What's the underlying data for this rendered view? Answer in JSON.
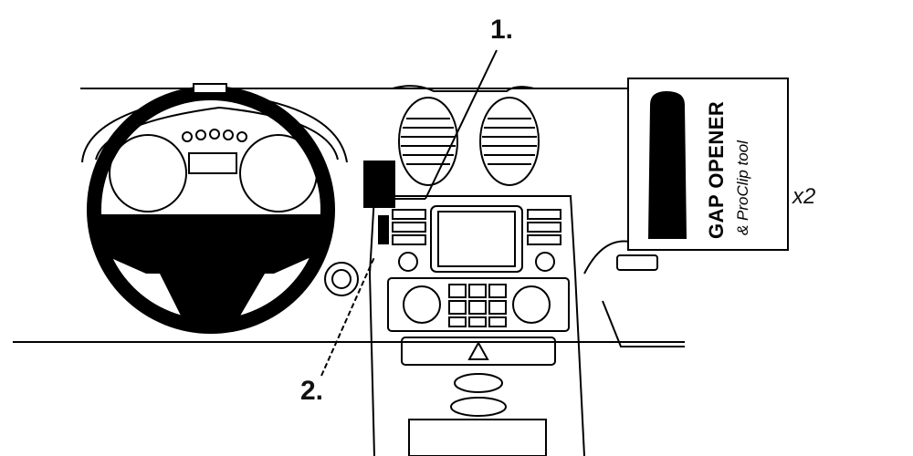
{
  "callouts": {
    "label_1": "1.",
    "label_2": "2.",
    "multiplier": "x2"
  },
  "tool_card": {
    "title": "GAP OPENER",
    "subtitle": "& ProClip tool"
  },
  "colors": {
    "ink": "#000000",
    "paper": "#ffffff"
  }
}
